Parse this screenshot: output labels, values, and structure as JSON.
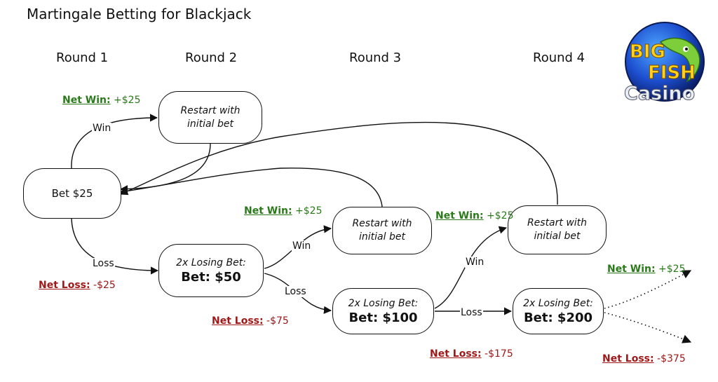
{
  "title": "Martingale Betting for Blackjack",
  "rounds": [
    "Round 1",
    "Round 2",
    "Round 3",
    "Round 4"
  ],
  "nodes": {
    "start": {
      "text": "Bet $25"
    },
    "restart1": {
      "line1": "Restart with",
      "line2": "initial bet"
    },
    "bet50": {
      "line1": "2x Losing Bet:",
      "line2": "Bet: $50"
    },
    "restart2": {
      "line1": "Restart with",
      "line2": "initial bet"
    },
    "bet100": {
      "line1": "2x Losing Bet:",
      "line2": "Bet: $100"
    },
    "restart3": {
      "line1": "Restart with",
      "line2": "initial bet"
    },
    "bet200": {
      "line1": "2x Losing Bet:",
      "line2": "Bet: $200"
    }
  },
  "edge_labels": {
    "win1": "Win",
    "loss1": "Loss",
    "win2": "Win",
    "loss2": "Loss",
    "win3": "Win",
    "loss3": "Loss"
  },
  "outcomes": {
    "r1_win": {
      "label": "Net Win:",
      "value": "+$25"
    },
    "r1_loss": {
      "label": "Net Loss:",
      "value": "-$25"
    },
    "r2_win": {
      "label": "Net Win:",
      "value": "+$25"
    },
    "r2_loss": {
      "label": "Net Loss:",
      "value": "-$75"
    },
    "r3_win": {
      "label": "Net Win:",
      "value": "+$25"
    },
    "r3_loss": {
      "label": "Net Loss:",
      "value": "-$175"
    },
    "r4_win": {
      "label": "Net Win:",
      "value": "+$25"
    },
    "r4_loss": {
      "label": "Net Loss:",
      "value": "-$375"
    }
  },
  "logo": {
    "line1": "BIG",
    "line2": "FISH",
    "line3": "Casino"
  },
  "colors": {
    "win": "#2a7a1a",
    "loss": "#a01818",
    "logo_blue": "#1d4fd0"
  }
}
